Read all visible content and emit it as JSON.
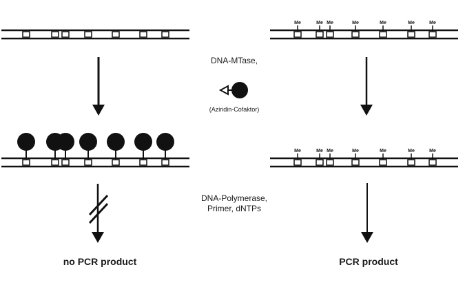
{
  "colors": {
    "ink": "#111111",
    "background": "#ffffff"
  },
  "sites": {
    "count": 7,
    "methyl_label": "Me"
  },
  "step1": {
    "enzyme_label": "DNA-MTase,",
    "cofactor_label": "(Aziridin-Cofaktor)",
    "cofactor_icon": "aziridine-cofactor-icon"
  },
  "step2": {
    "reagents_line1": "DNA-Polymerase,",
    "reagents_line2": "Primer, dNTPs"
  },
  "left_panel": {
    "state_top": "unmethylated-dna",
    "state_middle": "cofactor-modified-dna",
    "result_label": "no PCR product",
    "arrow_blocked": true
  },
  "right_panel": {
    "state_top": "methylated-dna",
    "state_middle": "methylated-dna-unmodified",
    "result_label": "PCR product",
    "arrow_blocked": false
  }
}
